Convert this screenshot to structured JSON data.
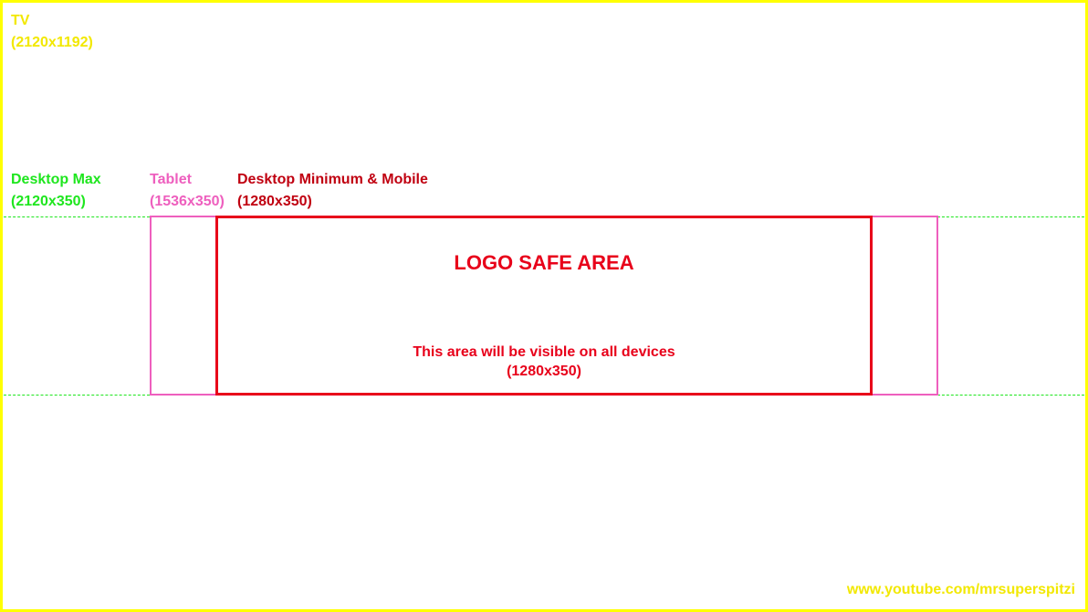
{
  "tv": {
    "name": "TV",
    "size": "(2120x1192)"
  },
  "desktop_max": {
    "name": "Desktop Max",
    "size": "(2120x350)"
  },
  "tablet": {
    "name": "Tablet",
    "size": "(1536x350)"
  },
  "desktop_min": {
    "name": "Desktop Minimum & Mobile",
    "size": "(1280x350)"
  },
  "safe_area": {
    "title": "LOGO SAFE AREA",
    "note": "This area will be visible on all devices",
    "size": "(1280x350)"
  },
  "credit": "www.youtube.com/mrsuperspitzi",
  "colors": {
    "tv": "#ffff00",
    "desktop_max": "#1ee61e",
    "tablet": "#ee5fbe",
    "desktop_min": "#c00010",
    "safe_area": "#e8001a"
  }
}
